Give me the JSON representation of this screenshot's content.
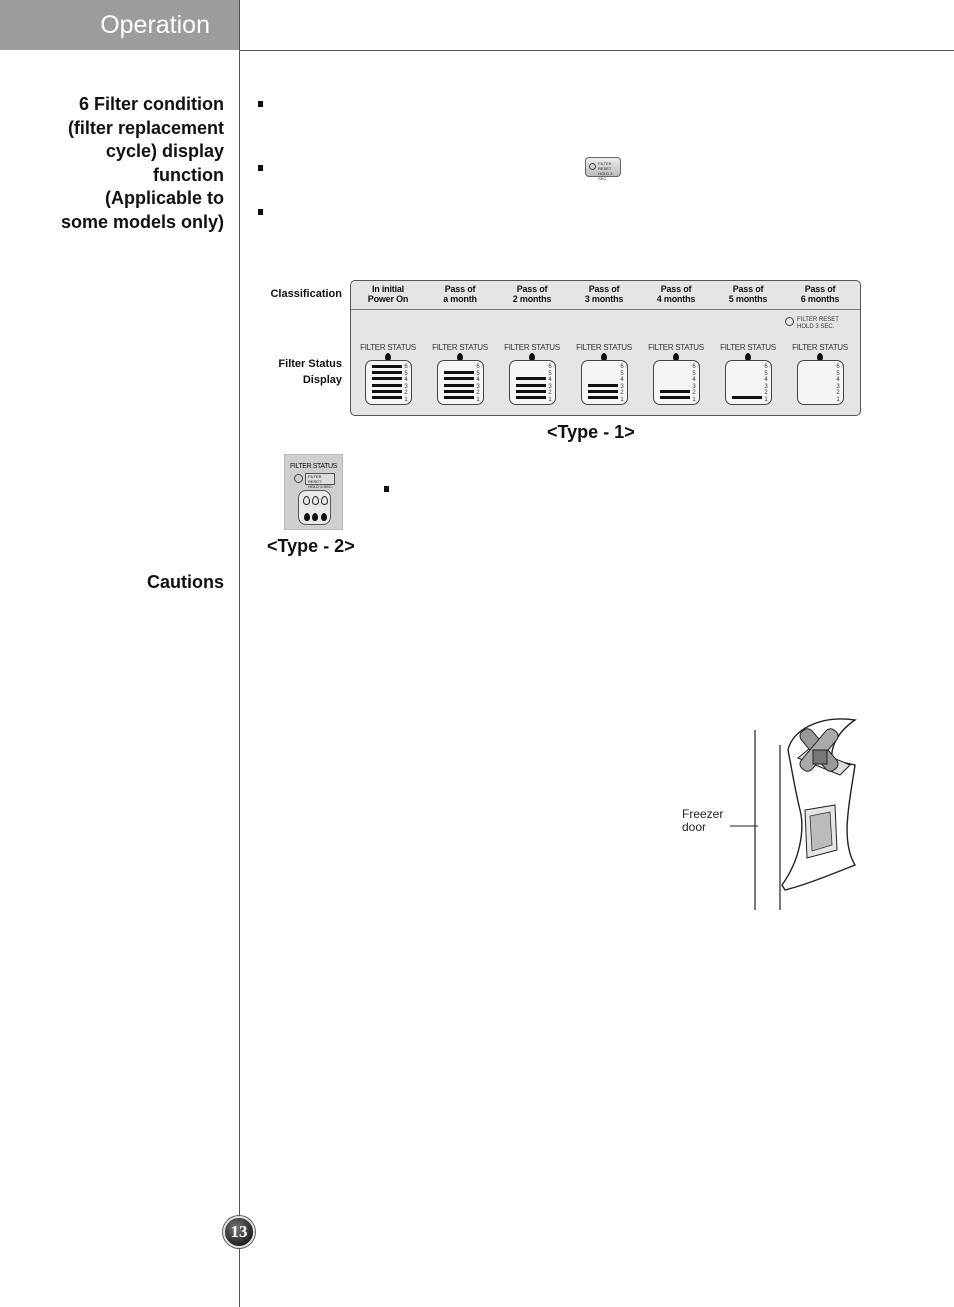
{
  "header": {
    "title": "Operation"
  },
  "section1": {
    "heading_lines": [
      "6 Filter condition",
      "(filter replacement",
      "cycle) display",
      "function",
      "(Applicable to",
      "some models only)"
    ]
  },
  "reset_button": {
    "icon": "filter-reset-button-icon",
    "lines": [
      "FILTER RESET",
      "HOLD 3 SEC."
    ]
  },
  "type1": {
    "row_label_classification": "Classification",
    "row_label_display_lines": [
      "Filter Status",
      "Display"
    ],
    "filter_reset_lines": [
      "FILTER RESET",
      "HOLD 3 SEC."
    ],
    "gauge_numbers": [
      "6",
      "5",
      "4",
      "3",
      "2",
      "1"
    ],
    "columns": [
      {
        "head": [
          "In initial",
          "Power On"
        ],
        "label": "FILTER STATUS",
        "level": 6
      },
      {
        "head": [
          "Pass of",
          "a month"
        ],
        "label": "FILTER STATUS",
        "level": 5
      },
      {
        "head": [
          "Pass of",
          "2 months"
        ],
        "label": "FILTER STATUS",
        "level": 4
      },
      {
        "head": [
          "Pass of",
          "3 months"
        ],
        "label": "FILTER STATUS",
        "level": 3
      },
      {
        "head": [
          "Pass of",
          "4 months"
        ],
        "label": "FILTER STATUS",
        "level": 2
      },
      {
        "head": [
          "Pass of",
          "5 months"
        ],
        "label": "FILTER STATUS",
        "level": 1
      },
      {
        "head": [
          "Pass of",
          "6 months"
        ],
        "label": "FILTER STATUS",
        "level": 0
      }
    ],
    "caption": "<Type - 1>"
  },
  "type2": {
    "title": "FILTER STATUS",
    "reset_lines": [
      "FILTER RESET",
      "HOLD 3 SEC."
    ],
    "caption": "<Type - 2>"
  },
  "cautions": {
    "heading": "Cautions"
  },
  "illustration": {
    "label_lines": [
      "Freezer",
      "door"
    ]
  },
  "page_number": "13"
}
